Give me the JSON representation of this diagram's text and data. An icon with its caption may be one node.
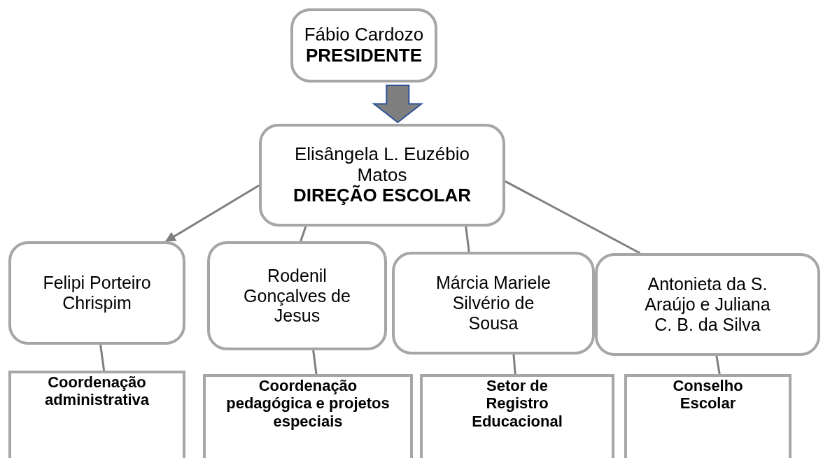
{
  "diagram": {
    "nodes": [
      {
        "text": [
          "Fábio Cardozo",
          "PRESIDENTE"
        ]
      },
      {
        "text": [
          "Elisângela L. Euzébio Matos",
          "DIREÇÃO ESCOLAR"
        ]
      },
      {
        "text": [
          "Felipi Porteiro Chrispim"
        ]
      },
      {
        "text": [
          "Rodenil Gonçalves de Jesus"
        ]
      },
      {
        "text": [
          "Márcia Mariele Silvério de Sousa"
        ]
      },
      {
        "text": [
          "Antonieta da S. Araújo e Juliana C. B. da Silva"
        ]
      },
      {
        "text": [
          "Coordenação administrativa"
        ]
      },
      {
        "text": [
          "Coordenação pedagógica e projetos especiais"
        ]
      },
      {
        "text": [
          "Setor de Registro Educacional"
        ]
      },
      {
        "text": [
          "Conselho Escolar"
        ]
      }
    ],
    "edges": [
      {
        "from": 0,
        "to": 1,
        "arrow": "to",
        "style": "thick"
      },
      {
        "from": 1,
        "to": 2,
        "arrow": "to"
      },
      {
        "from": 1,
        "to": 3,
        "arrow": "none"
      },
      {
        "from": 1,
        "to": 4,
        "arrow": "none"
      },
      {
        "from": 1,
        "to": 5,
        "arrow": "none"
      },
      {
        "from": 2,
        "to": 6,
        "arrow": "none"
      },
      {
        "from": 3,
        "to": 7,
        "arrow": "none"
      },
      {
        "from": 4,
        "to": 8,
        "arrow": "none"
      },
      {
        "from": 5,
        "to": 9,
        "arrow": "none"
      }
    ]
  }
}
